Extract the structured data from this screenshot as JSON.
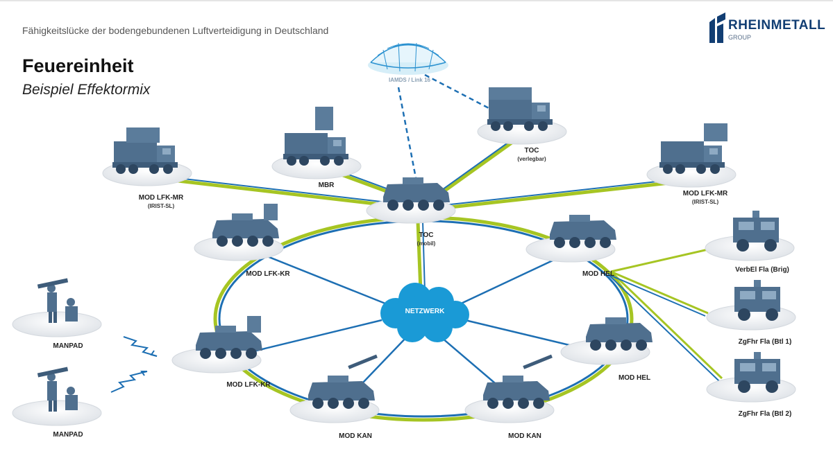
{
  "header": {
    "context": "Fähigkeitslücke der bodengebundenen Luftverteidigung in Deutschland",
    "title": "Feuereinheit",
    "subtitle": "Beispiel Effektormix"
  },
  "logo": {
    "name": "RHEINMETALL",
    "group": "GROUP"
  },
  "network": {
    "cloud_label": "NETZWERK",
    "iamds_label": "IAMDS / Link 16"
  },
  "nodes": {
    "mod_lfk_mr_left": {
      "label": "MOD LFK-MR",
      "sub": "(IRIST-SL)"
    },
    "mbr": {
      "label": "MBR"
    },
    "toc_verlegbar": {
      "label": "TOC",
      "sub": "(verlegbar)"
    },
    "mod_lfk_mr_right": {
      "label": "MOD LFK-MR",
      "sub": "(IRIST-SL)"
    },
    "toc_mobil": {
      "label": "TOC",
      "sub": "(mobil)"
    },
    "mod_lfk_kr_top": {
      "label": "MOD LFK-KR"
    },
    "mod_hel_top": {
      "label": "MOD HEL"
    },
    "mod_lfk_kr_bottom": {
      "label": "MOD LFK-KR"
    },
    "mod_hel_bottom": {
      "label": "MOD HEL"
    },
    "mod_kan_left": {
      "label": "MOD KAN"
    },
    "mod_kan_right": {
      "label": "MOD KAN"
    },
    "manpad_top": {
      "label": "MANPAD"
    },
    "manpad_bottom": {
      "label": "MANPAD"
    },
    "verbel_fla": {
      "label": "VerbEl Fla (Brig)"
    },
    "zgfhr_fla_1": {
      "label": "ZgFhr Fla (Btl 1)"
    },
    "zgfhr_fla_2": {
      "label": "ZgFhr Fla (Btl 2)"
    }
  },
  "colors": {
    "link_blue": "#1d6fb3",
    "link_green": "#a6c523",
    "vehicle": "#4f6f8e",
    "cloud": "#1a9ad6",
    "platform": "#eceef1",
    "brand": "#123e73"
  }
}
